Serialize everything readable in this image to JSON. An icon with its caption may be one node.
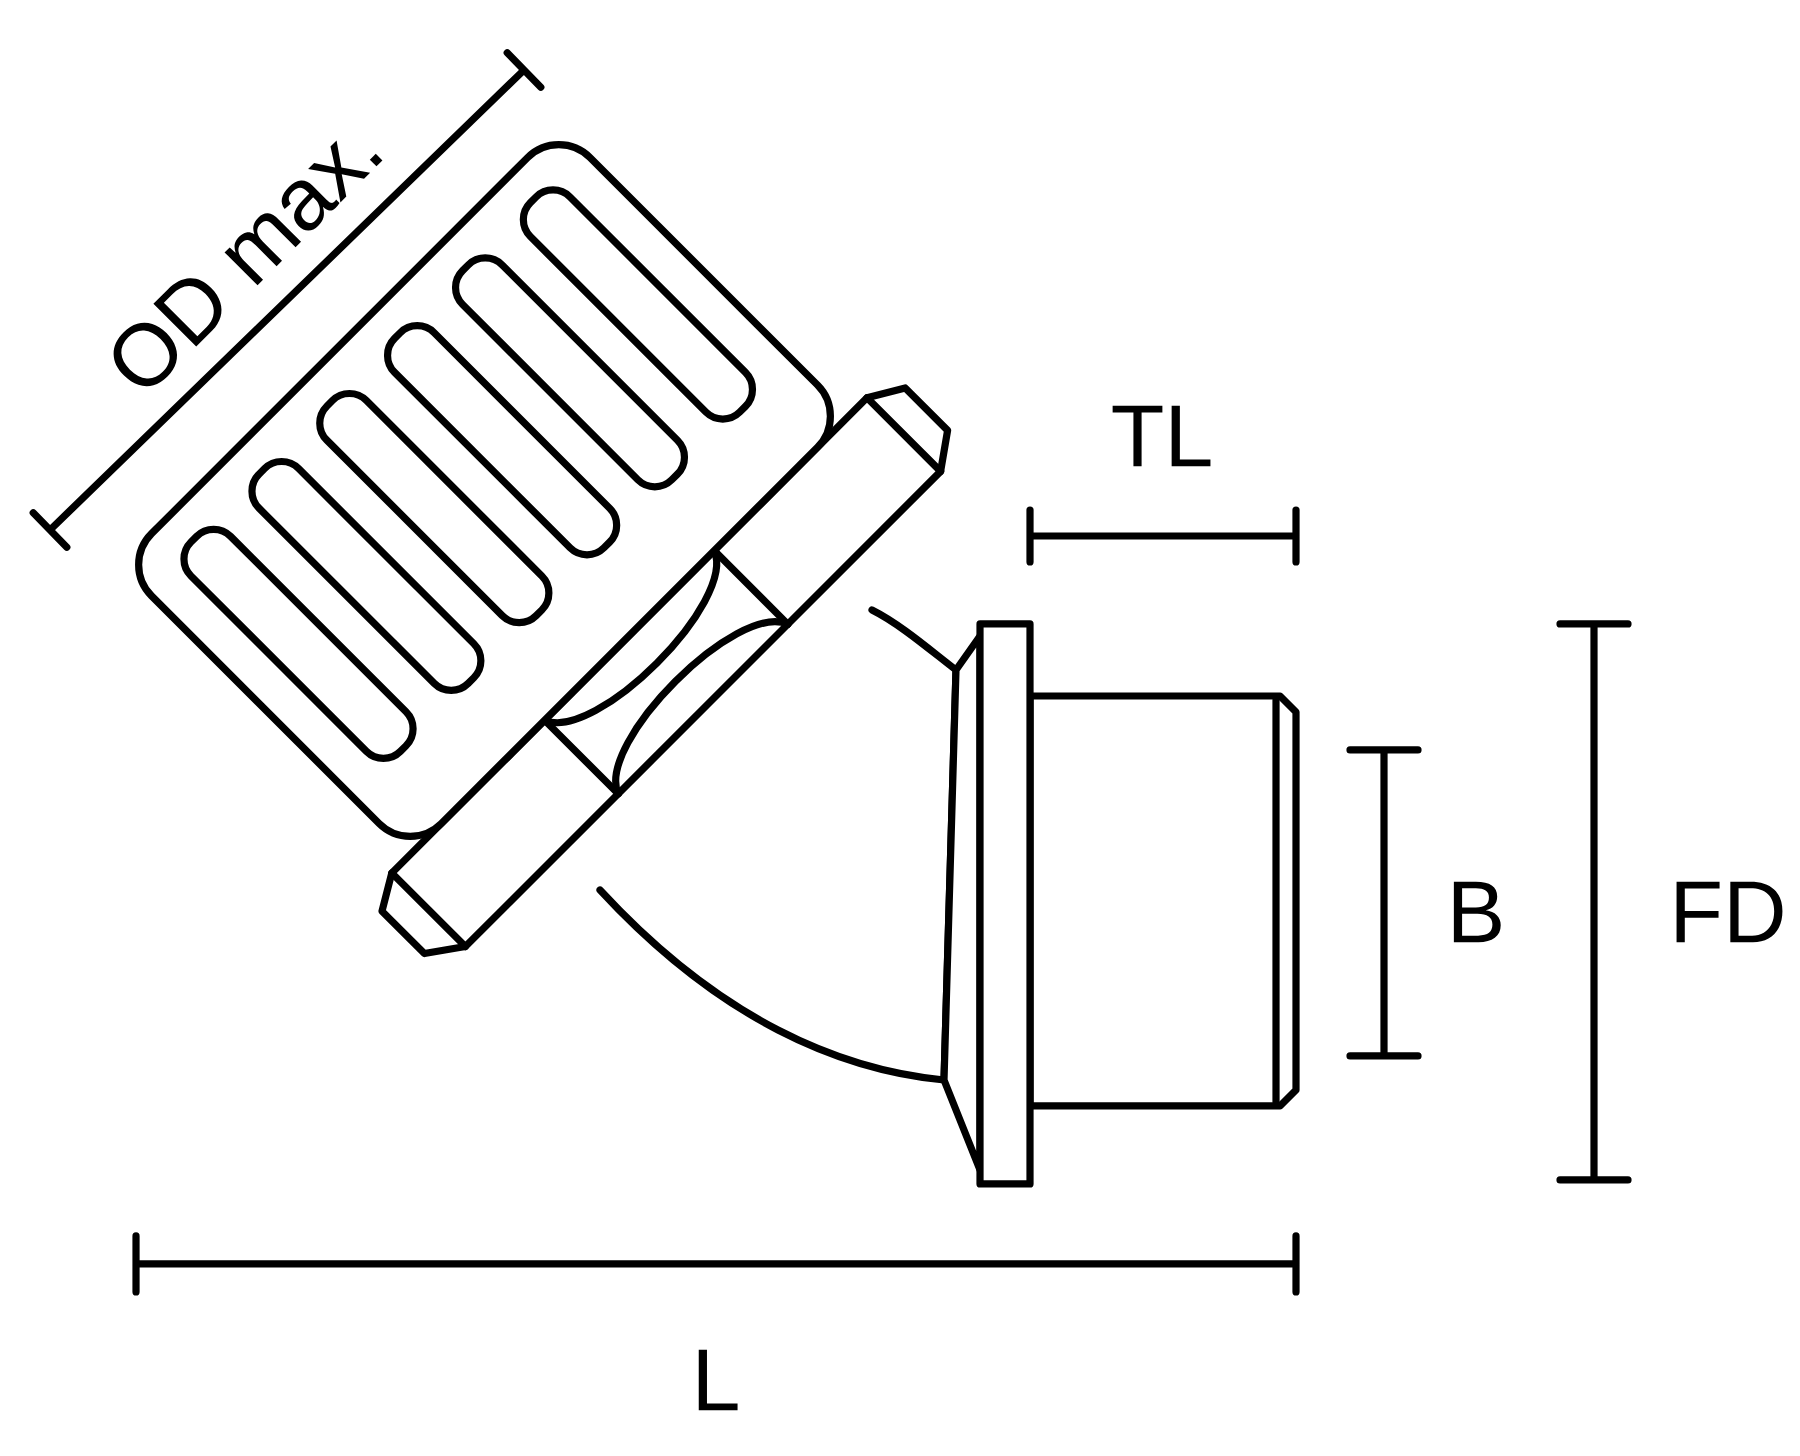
{
  "diagram": {
    "labels": [
      "OD max.",
      "TL",
      "B",
      "FD",
      "L"
    ]
  }
}
